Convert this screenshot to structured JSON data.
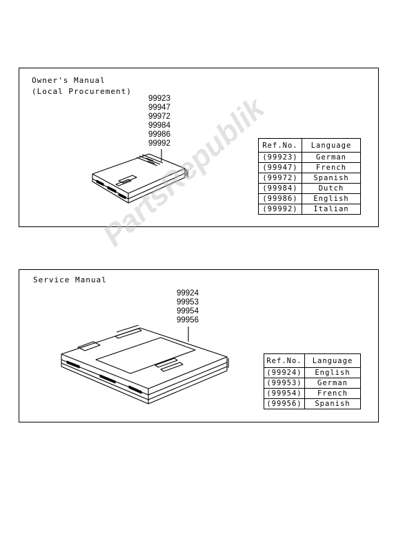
{
  "owners_manual": {
    "title_line1": "Owner's Manual",
    "title_line2": "(Local Procurement)",
    "part_numbers": [
      "99923",
      "99947",
      "99972",
      "99984",
      "99986",
      "99992"
    ],
    "table": {
      "headers": [
        "Ref.No.",
        "Language"
      ],
      "rows": [
        [
          "(99923)",
          "German"
        ],
        [
          "(99947)",
          "French"
        ],
        [
          "(99972)",
          "Spanish"
        ],
        [
          "(99984)",
          "Dutch"
        ],
        [
          "(99986)",
          "English"
        ],
        [
          "(99992)",
          "Italian"
        ]
      ]
    }
  },
  "service_manual": {
    "title": "Service Manual",
    "part_numbers": [
      "99924",
      "99953",
      "99954",
      "99956"
    ],
    "table": {
      "headers": [
        "Ref.No.",
        "Language"
      ],
      "rows": [
        [
          "(99924)",
          "English"
        ],
        [
          "(99953)",
          "German"
        ],
        [
          "(99954)",
          "French"
        ],
        [
          "(99956)",
          "Spanish"
        ]
      ]
    }
  },
  "watermark": "PartsRepublik"
}
